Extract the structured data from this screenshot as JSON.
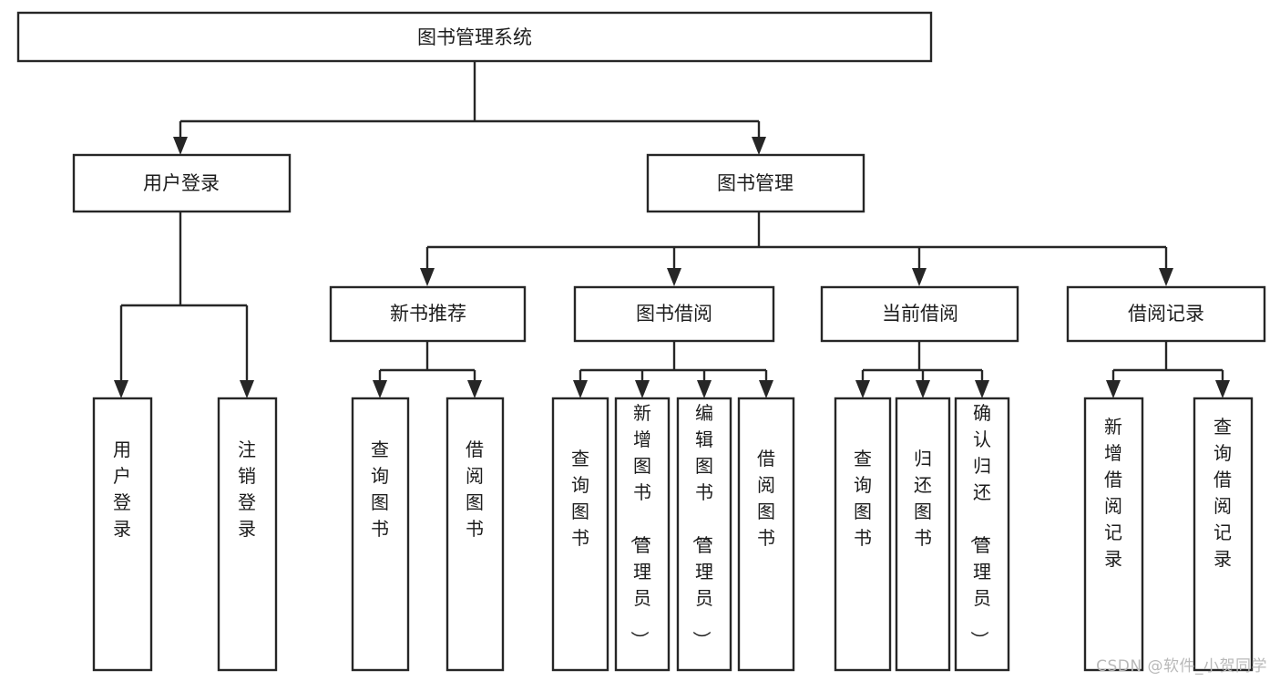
{
  "diagram": {
    "type": "tree",
    "title": "图书管理系统",
    "orientation": "top-down",
    "watermark": "CSDN @软件_小贺同学",
    "colors": {
      "box_fill": "#ffffff",
      "box_stroke": "#262626",
      "text": "#1c1c1c",
      "watermark": "#b9b9b9",
      "background": "#ffffff"
    },
    "nodes": {
      "root": {
        "label": "图书管理系统",
        "level": 0
      },
      "l1": [
        {
          "id": "user-login",
          "label": "用户登录"
        },
        {
          "id": "book-manage",
          "label": "图书管理"
        }
      ],
      "l2": [
        {
          "id": "new-book-recommend",
          "label": "新书推荐",
          "parent": "book-manage"
        },
        {
          "id": "book-borrow",
          "label": "图书借阅",
          "parent": "book-manage"
        },
        {
          "id": "current-borrow",
          "label": "当前借阅",
          "parent": "book-manage"
        },
        {
          "id": "borrow-record",
          "label": "借阅记录",
          "parent": "book-manage"
        }
      ],
      "leaves": {
        "user-login": [
          {
            "id": "leaf-user-login",
            "label": "用户登录"
          },
          {
            "id": "leaf-user-logout",
            "label": "注销登录"
          }
        ],
        "new-book-recommend": [
          {
            "id": "leaf-query-book-1",
            "label": "查询图书"
          },
          {
            "id": "leaf-borrow-book-1",
            "label": "借阅图书"
          }
        ],
        "book-borrow": [
          {
            "id": "leaf-query-book-2",
            "label": "查询图书"
          },
          {
            "id": "leaf-add-book",
            "label": "新增图书（管理员）"
          },
          {
            "id": "leaf-edit-book",
            "label": "编辑图书（管理员）"
          },
          {
            "id": "leaf-borrow-book-2",
            "label": "借阅图书"
          }
        ],
        "current-borrow": [
          {
            "id": "leaf-query-book-3",
            "label": "查询图书"
          },
          {
            "id": "leaf-return-book",
            "label": "归还图书"
          },
          {
            "id": "leaf-confirm-return",
            "label": "确认归还（管理员）"
          }
        ],
        "borrow-record": [
          {
            "id": "leaf-add-record",
            "label": "新增借阅记录"
          },
          {
            "id": "leaf-query-record",
            "label": "查询借阅记录"
          }
        ]
      }
    }
  }
}
